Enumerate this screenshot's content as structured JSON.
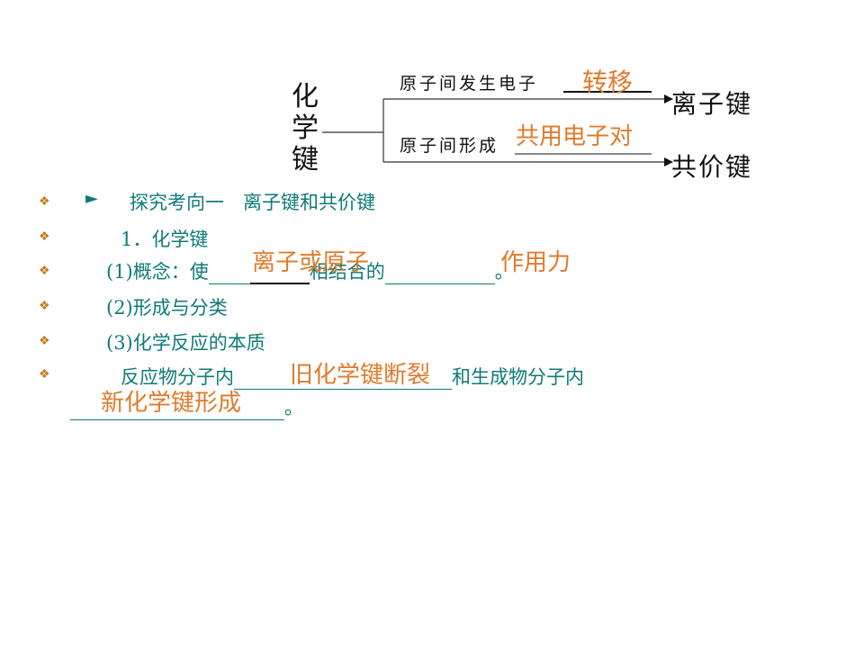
{
  "diagram": {
    "root_chars": [
      "化",
      "学",
      "键"
    ],
    "branch1_label": "原子间发生电子",
    "branch1_answer": "转移",
    "branch1_result": "离子键",
    "branch2_label": "原子间形成",
    "branch2_answer": "共用电子对",
    "branch2_result": "共价键"
  },
  "bullet_glyph": "❖",
  "lines": {
    "heading_arrow": "►",
    "heading": "探究考向一　离子键和共价键",
    "item1": "1．化学键",
    "concept_prefix": "(1)概念：使",
    "concept_mid": "相结合的",
    "concept_end": "。",
    "concept_answer1": "离子或原子",
    "concept_answer2": "作用力",
    "item2": "(2)形成与分类",
    "item3": "(3)化学反应的本质",
    "essence_prefix": "反应物分子内",
    "essence_mid": "和生成物分子内",
    "essence_end": "。",
    "essence_answer1": "旧化学键断裂",
    "essence_answer2": "新化学键形成"
  },
  "colors": {
    "text_teal": "#0f7a7a",
    "answer_orange": "#e07b2c",
    "bullet": "#c47a1e"
  }
}
